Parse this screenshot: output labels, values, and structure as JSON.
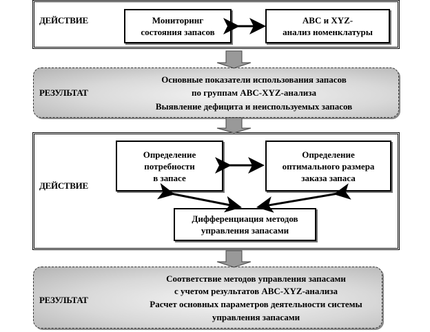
{
  "block1": {
    "label": "ДЕЙСТВИЕ",
    "box_left": [
      "Мониторинг",
      "состояния запасов"
    ],
    "box_right": [
      "ABC и XYZ-",
      "анализ номенклатуры"
    ]
  },
  "result1": {
    "label": "РЕЗУЛЬТАТ",
    "lines": [
      "Основные показатели использования запасов",
      "по группам ABC-XYZ-анализа",
      "Выявление дефицита и неиспользуемых запасов"
    ]
  },
  "block2": {
    "label": "ДЕЙСТВИЕ",
    "box_left": [
      "Определение",
      "потребности",
      "в запасе"
    ],
    "box_right": [
      "Определение",
      "оптимального размера",
      "заказа запаса"
    ],
    "box_bottom": [
      "Дифференциация методов",
      "управления запасами"
    ]
  },
  "result2": {
    "label": "РЕЗУЛЬТАТ",
    "lines": [
      "Соответствие методов управления запасами",
      "с учетом результатов  ABC-XYZ-анализа",
      "Расчет основных параметров деятельности системы",
      "управления запасами"
    ]
  },
  "colors": {
    "arrow_fill": "#999999",
    "result_bg": "#d0d0d0"
  }
}
